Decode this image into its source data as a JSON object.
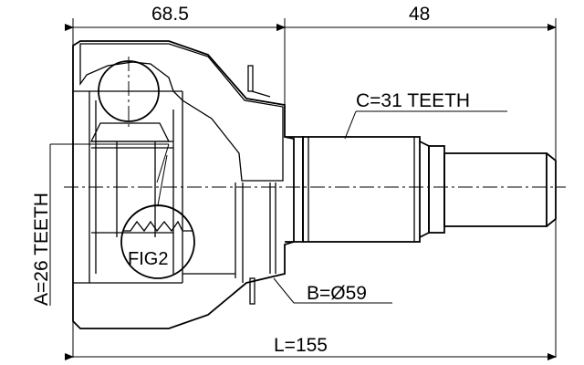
{
  "dimensions": {
    "outer_length": "68.5",
    "shaft_length": "48",
    "total_length": "L=155"
  },
  "callouts": {
    "inner_teeth": "A=26 TEETH",
    "outer_teeth": "C=31 TEETH",
    "abs_diameter": "B=Ø59",
    "figure_ref": "FIG2"
  }
}
